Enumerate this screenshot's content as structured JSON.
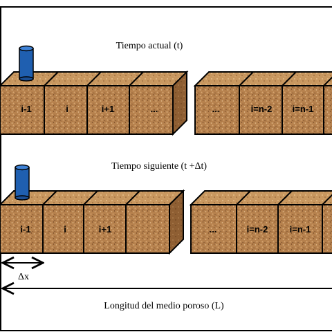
{
  "captions": {
    "current_time": "Tiempo actual (t)",
    "next_time": "Tiempo siguiente (t +Δt)",
    "delta_x": "Δx",
    "length": "Longitud del medio poroso (L)"
  },
  "row_top": {
    "left_cells": [
      "i-1",
      "i",
      "i+1",
      "..."
    ],
    "right_cells": [
      "...",
      "i=n-2",
      "i=n-1",
      ""
    ]
  },
  "row_bottom": {
    "left_cells": [
      "i-1",
      "i",
      "i+1",
      ""
    ],
    "right_cells": [
      "...",
      "i=n-2",
      "i=n-1",
      ""
    ]
  },
  "colors": {
    "block_fill": "#b88350",
    "block_top": "#c99866",
    "block_side": "#8f5f33",
    "outline": "#000000",
    "injector": "#1f5fb0"
  },
  "icons": {
    "injector": "blue-cylinder-injector"
  }
}
